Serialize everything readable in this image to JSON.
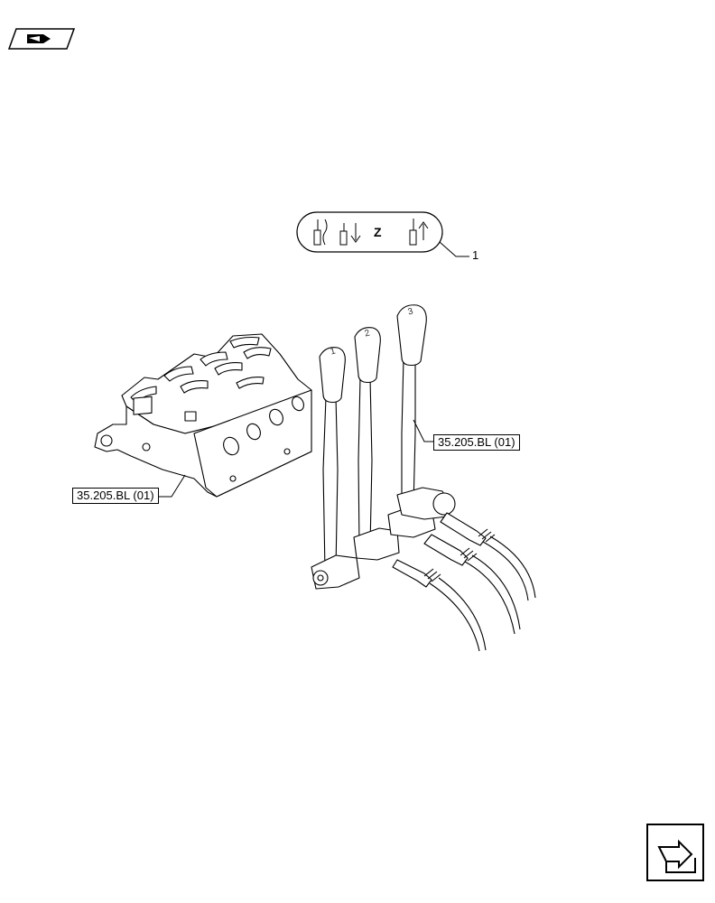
{
  "references": {
    "left": "35.205.BL (01)",
    "right": "35.205.BL (01)"
  },
  "callouts": {
    "item_1": "1"
  },
  "symbol_panel": {
    "axis_label": "Z"
  },
  "lever_numbers": [
    "1",
    "2",
    "3"
  ],
  "icons": {
    "header": "book-page-arrow-icon",
    "footer": "next-page-arrow-icon",
    "symbols": [
      "cylinder-float-icon",
      "cylinder-down-icon",
      "cylinder-up-icon"
    ]
  },
  "colors": {
    "line": "#000000",
    "background": "#ffffff"
  }
}
